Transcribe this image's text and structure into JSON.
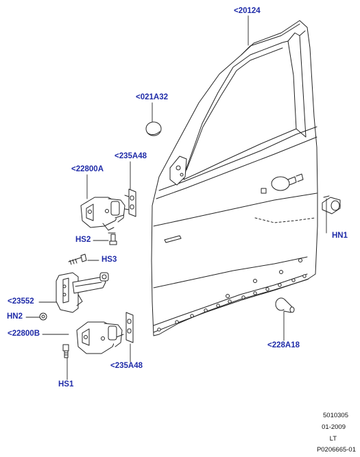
{
  "callouts": {
    "door_shell": "<20124",
    "plug": "<021A32",
    "shim_upper": "<235A48",
    "hinge_upper": "<22800A",
    "bolt_hs2": "HS2",
    "bolt_hs3": "HS3",
    "check_strap": "<23552",
    "nut_hn2": "HN2",
    "hinge_lower": "<22800B",
    "shim_lower": "<235A48",
    "bolt_hs1": "HS1",
    "nut_hn1": "HN1",
    "bumper": "<228A18"
  },
  "reference": {
    "number": "5010305",
    "date": "01-2009",
    "side": "LT",
    "illustration_id": "P0206665-01"
  },
  "colors": {
    "callout_text": "#1f2ba8",
    "line_art": "#222222"
  }
}
